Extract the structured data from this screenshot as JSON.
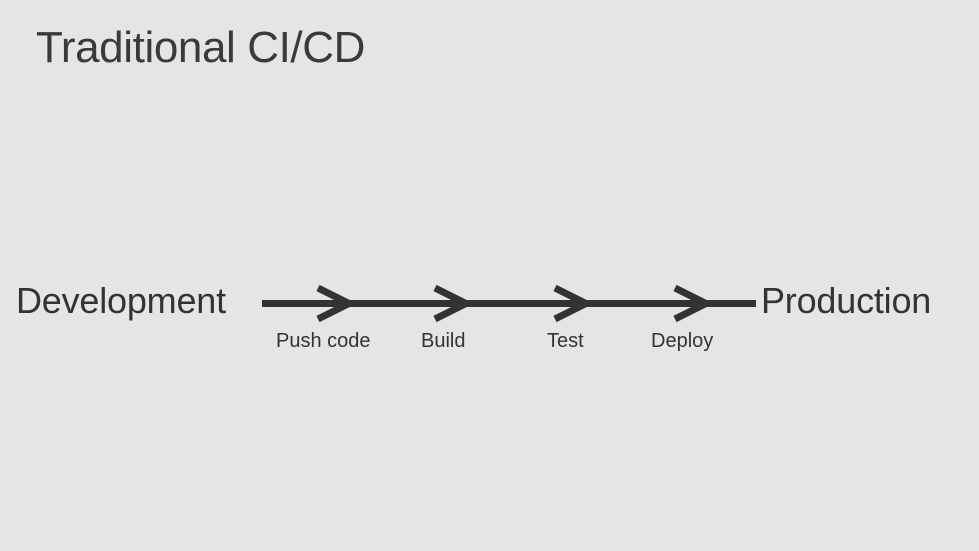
{
  "slide": {
    "title": "Traditional CI/CD",
    "background_color": "#e5e5e5",
    "stroke_color": "#333333"
  },
  "diagram": {
    "type": "linear-pipeline",
    "start_label": "Development",
    "end_label": "Production",
    "stages": [
      {
        "label": "Push code"
      },
      {
        "label": "Build"
      },
      {
        "label": "Test"
      },
      {
        "label": "Deploy"
      }
    ]
  }
}
